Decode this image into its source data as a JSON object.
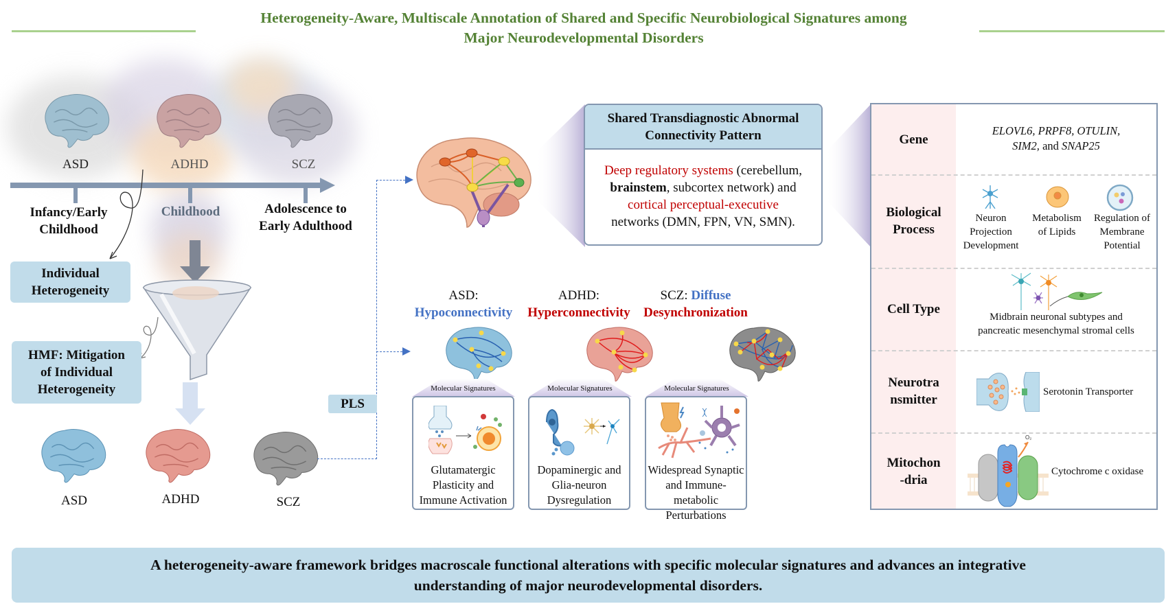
{
  "title": {
    "line1": "Heterogeneity-Aware, Multiscale Annotation of Shared and Specific Neurobiological Signatures among",
    "line2": "Major Neurodevelopmental Disorders"
  },
  "colors": {
    "title_green": "#548235",
    "accent_blue": "#4472c4",
    "accent_red": "#c00000",
    "box_fill": "#c1dcea",
    "border": "#8497b0",
    "table_label_bg": "#fdeeee"
  },
  "timeline": {
    "brains": [
      {
        "label": "ASD",
        "color": "blue"
      },
      {
        "label": "ADHD",
        "color": "pink"
      },
      {
        "label": "SCZ",
        "color": "gray"
      }
    ],
    "stages": [
      "Infancy/Early Childhood",
      "Childhood",
      "Adolescence to Early Adulthood"
    ],
    "stage_lines": [
      [
        "Infancy/Early",
        "Childhood"
      ],
      [
        "Childhood"
      ],
      [
        "Adolescence to",
        "Early Adulthood"
      ]
    ]
  },
  "left_boxes": {
    "individual": [
      "Individual",
      "Heterogeneity"
    ],
    "hmf": [
      "HMF: Mitigation",
      "of Individual",
      "Heterogeneity"
    ]
  },
  "bottom_brains": [
    {
      "label": "ASD"
    },
    {
      "label": "ADHD"
    },
    {
      "label": "SCZ"
    }
  ],
  "pls_label": "PLS",
  "shared": {
    "header": [
      "Shared Transdiagnostic Abnormal",
      "Connectivity Pattern"
    ],
    "body": {
      "p1_red": "Deep regulatory systems",
      "p1_rest": " (cerebellum,",
      "p2_bold": "brainstem",
      "p2_rest": ", subcortex network) and",
      "p3_red": "cortical perceptual-executive",
      "p4": "networks (DMN, FPN, VN, SMN)."
    }
  },
  "subtypes": [
    {
      "prefix": "ASD:",
      "pattern": "Hypoconnectivity",
      "pattern_color": "blue",
      "molecular_label": "Molecular Signatures",
      "signature": [
        "Glutamatergic",
        "Plasticity and",
        "Immune Activation"
      ]
    },
    {
      "prefix": "ADHD:",
      "pattern": "Hyperconnectivity",
      "pattern_color": "red",
      "molecular_label": "Molecular Signatures",
      "signature": [
        "Dopaminergic and",
        "Glia-neuron",
        "Dysregulation"
      ]
    },
    {
      "prefix": "SCZ: ",
      "prefix_blue": "Diffuse",
      "pattern": "Desynchronization",
      "pattern_color": "red",
      "molecular_label": "Molecular Signatures",
      "signature": [
        "Widespread Synaptic",
        "and Immune-metabolic",
        "Perturbations"
      ]
    }
  ],
  "table": {
    "rows": [
      {
        "label": [
          "Gene"
        ],
        "genes_line1": "ELOVL6, PRPF8, OTULIN,",
        "genes_sim2": "SIM2,",
        "genes_and": " and ",
        "genes_snap": "SNAP25"
      },
      {
        "label": [
          "Biological",
          "Process"
        ],
        "items": [
          {
            "icon": "neuron-icon",
            "text": [
              "Neuron",
              "Projection",
              "Development"
            ]
          },
          {
            "icon": "lipid-cell-icon",
            "text": [
              "Metabolism",
              "of Lipids"
            ]
          },
          {
            "icon": "membrane-cell-icon",
            "text": [
              "Regulation of",
              "Membrane",
              "Potential"
            ]
          }
        ]
      },
      {
        "label": [
          "Cell Type"
        ],
        "text": [
          "Midbrain neuronal subtypes and",
          "pancreatic mesenchymal stromal cells"
        ]
      },
      {
        "label": [
          "Neurotra",
          "nsmitter"
        ],
        "text": "Serotonin Transporter"
      },
      {
        "label": [
          "Mitochon",
          "-dria"
        ],
        "text": "Cytochrome c oxidase",
        "o2_label": "O₂"
      }
    ]
  },
  "footer": {
    "line1": "A heterogeneity-aware framework bridges macroscale functional alterations with specific molecular signatures and advances an integrative",
    "line2": "understanding of major neurodevelopmental disorders."
  }
}
